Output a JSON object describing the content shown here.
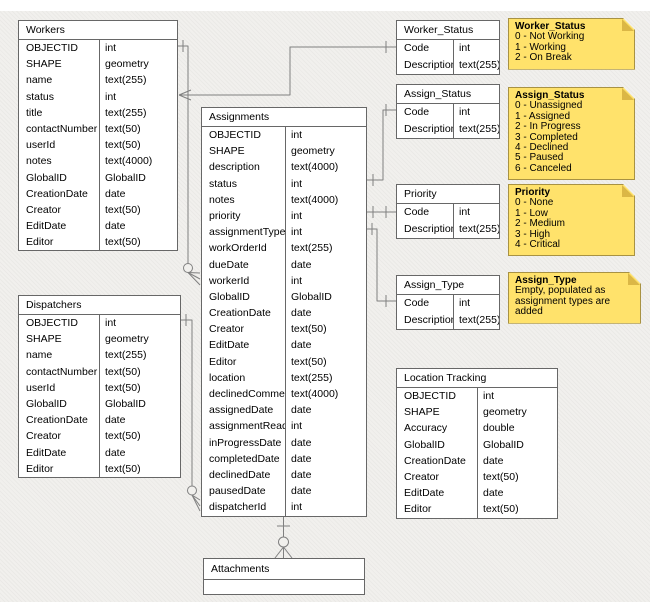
{
  "diagram": {
    "tables": {
      "workers": {
        "title": "Workers",
        "rows": [
          {
            "field": "OBJECTID",
            "type": "int"
          },
          {
            "field": "SHAPE",
            "type": "geometry"
          },
          {
            "field": "name",
            "type": "text(255)"
          },
          {
            "field": "status",
            "type": "int"
          },
          {
            "field": "title",
            "type": "text(255)"
          },
          {
            "field": "contactNumber",
            "type": "text(50)"
          },
          {
            "field": "userId",
            "type": "text(50)"
          },
          {
            "field": "notes",
            "type": "text(4000)"
          },
          {
            "field": "GlobalID",
            "type": "GlobalID"
          },
          {
            "field": "CreationDate",
            "type": "date"
          },
          {
            "field": "Creator",
            "type": "text(50)"
          },
          {
            "field": "EditDate",
            "type": "date"
          },
          {
            "field": "Editor",
            "type": "text(50)"
          }
        ]
      },
      "dispatchers": {
        "title": "Dispatchers",
        "rows": [
          {
            "field": "OBJECTID",
            "type": "int"
          },
          {
            "field": "SHAPE",
            "type": "geometry"
          },
          {
            "field": "name",
            "type": "text(255)"
          },
          {
            "field": "contactNumber",
            "type": "text(50)"
          },
          {
            "field": "userId",
            "type": "text(50)"
          },
          {
            "field": "GlobalID",
            "type": "GlobalID"
          },
          {
            "field": "CreationDate",
            "type": "date"
          },
          {
            "field": "Creator",
            "type": "text(50)"
          },
          {
            "field": "EditDate",
            "type": "date"
          },
          {
            "field": "Editor",
            "type": "text(50)"
          }
        ]
      },
      "assignments": {
        "title": "Assignments",
        "rows": [
          {
            "field": "OBJECTID",
            "type": "int"
          },
          {
            "field": "SHAPE",
            "type": "geometry"
          },
          {
            "field": "description",
            "type": "text(4000)"
          },
          {
            "field": "status",
            "type": "int"
          },
          {
            "field": "notes",
            "type": "text(4000)"
          },
          {
            "field": "priority",
            "type": "int"
          },
          {
            "field": "assignmentType",
            "type": "int"
          },
          {
            "field": "workOrderId",
            "type": "text(255)"
          },
          {
            "field": "dueDate",
            "type": "date"
          },
          {
            "field": "workerId",
            "type": "int"
          },
          {
            "field": "GlobalID",
            "type": "GlobalID"
          },
          {
            "field": "CreationDate",
            "type": "date"
          },
          {
            "field": "Creator",
            "type": "text(50)"
          },
          {
            "field": "EditDate",
            "type": "date"
          },
          {
            "field": "Editor",
            "type": "text(50)"
          },
          {
            "field": "location",
            "type": "text(255)"
          },
          {
            "field": "declinedComment",
            "type": "text(4000)"
          },
          {
            "field": "assignedDate",
            "type": "date"
          },
          {
            "field": "assignmentRead",
            "type": "int"
          },
          {
            "field": "inProgressDate",
            "type": "date"
          },
          {
            "field": "completedDate",
            "type": "date"
          },
          {
            "field": "declinedDate",
            "type": "date"
          },
          {
            "field": "pausedDate",
            "type": "date"
          },
          {
            "field": "dispatcherId",
            "type": "int"
          }
        ]
      },
      "worker_status": {
        "title": "Worker_Status",
        "rows": [
          {
            "field": "Code",
            "type": "int"
          },
          {
            "field": "Description",
            "type": "text(255)"
          }
        ]
      },
      "assign_status": {
        "title": "Assign_Status",
        "rows": [
          {
            "field": "Code",
            "type": "int"
          },
          {
            "field": "Description",
            "type": "text(255)"
          }
        ]
      },
      "priority": {
        "title": "Priority",
        "rows": [
          {
            "field": "Code",
            "type": "int"
          },
          {
            "field": "Description",
            "type": "text(255)"
          }
        ]
      },
      "assign_type": {
        "title": "Assign_Type",
        "rows": [
          {
            "field": "Code",
            "type": "int"
          },
          {
            "field": "Description",
            "type": "text(255)"
          }
        ]
      },
      "location_tracking": {
        "title": "Location Tracking",
        "rows": [
          {
            "field": "OBJECTID",
            "type": "int"
          },
          {
            "field": "SHAPE",
            "type": "geometry"
          },
          {
            "field": "Accuracy",
            "type": "double"
          },
          {
            "field": "GlobalID",
            "type": "GlobalID"
          },
          {
            "field": "CreationDate",
            "type": "date"
          },
          {
            "field": "Creator",
            "type": "text(50)"
          },
          {
            "field": "EditDate",
            "type": "date"
          },
          {
            "field": "Editor",
            "type": "text(50)"
          }
        ]
      },
      "attachments": {
        "title": "Attachments",
        "rows": []
      }
    },
    "notes": {
      "worker_status": {
        "title": "Worker_Status",
        "lines": [
          "0 - Not Working",
          "1 - Working",
          "2 - On Break"
        ]
      },
      "assign_status": {
        "title": "Assign_Status",
        "lines": [
          "0 - Unassigned",
          "1 - Assigned",
          "2 - In Progress",
          "3 - Completed",
          "4 - Declined",
          "5 - Paused",
          "6 - Canceled"
        ]
      },
      "priority": {
        "title": "Priority",
        "lines": [
          "0 - None",
          "1 - Low",
          "2 - Medium",
          "3 - High",
          "4 - Critical"
        ]
      },
      "assign_type": {
        "title": "Assign_Type",
        "lines": [
          "Empty, populated as",
          "assignment types are added"
        ]
      }
    },
    "colors": {
      "canvas_bg": "#f1f0ed",
      "table_border": "#676767",
      "connector": "#808080",
      "note_fill": "#ffe26b",
      "note_border": "#a89243",
      "note_fold": "#dbb746"
    }
  }
}
